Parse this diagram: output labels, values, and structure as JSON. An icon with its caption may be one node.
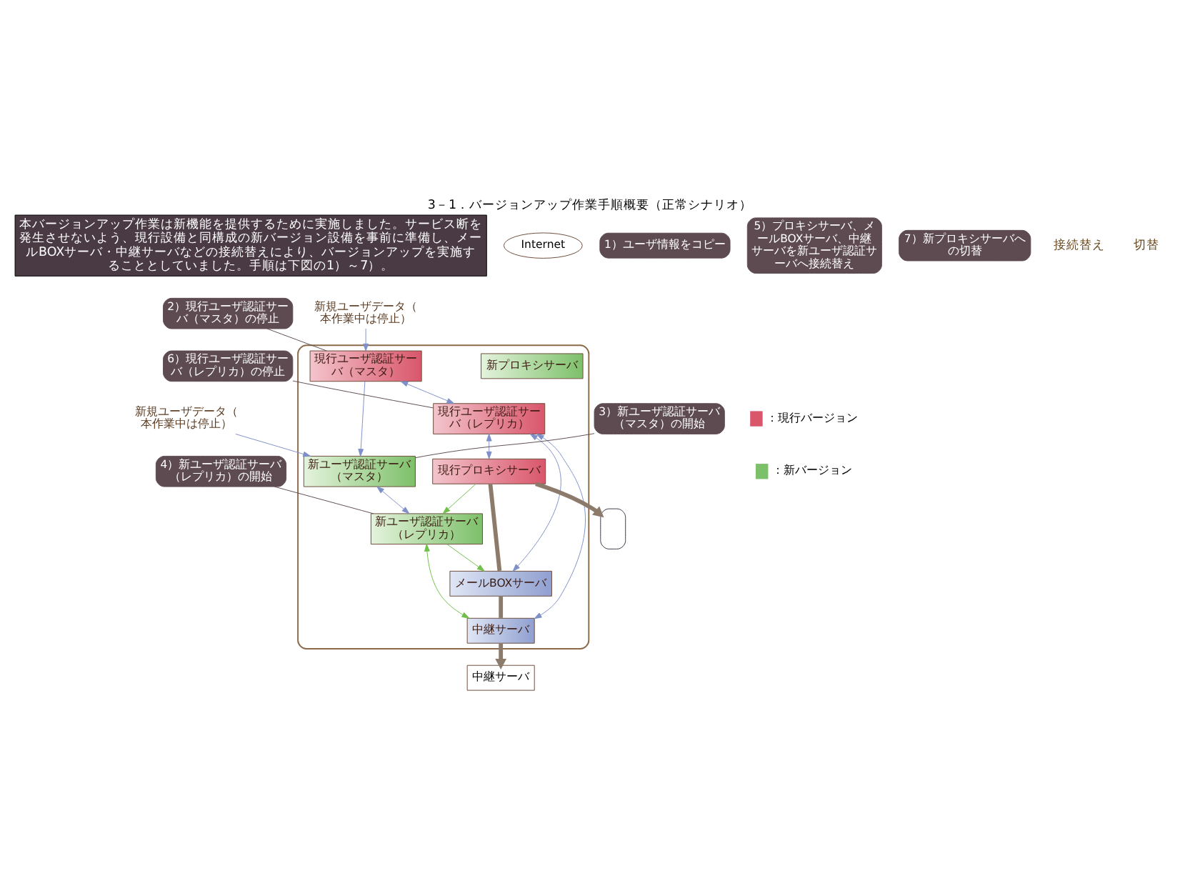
{
  "diagram": {
    "title": "3－1．バージョンアップ作業手順概要（正常シナリオ）",
    "nodes": [
      {
        "text": [],
        "shape": "box"
      },
      {
        "text": [
          "新規ユーザデータ（本作業中は停止）"
        ]
      },
      {
        "text": [
          "新規ユーザデータ（本作業中は停止）"
        ]
      },
      {
        "text": [
          "現行ユーザ認証サーバ（マスタ）"
        ],
        "in": 0
      },
      {
        "text": [
          "新ユーザ認証サーバ（マスタ）"
        ],
        "in": 0
      },
      {
        "text": [
          "現行ユーザ認証サーバ（レプリカ）"
        ],
        "in": 0
      },
      {
        "text": [
          "新ユーザ認証サーバ（レプリカ）"
        ],
        "in": 0
      },
      {
        "text": [
          "現行プロキシサーバ"
        ],
        "in": 0
      },
      {
        "text": [
          "メールBOXサーバ"
        ],
        "in": 0
      },
      {
        "text": [
          "中継サーバ"
        ],
        "in": 0
      },
      {
        "text": [
          "新プロキシサーバ"
        ],
        "in": 0
      },
      {
        "text": [
          "中継サーバ"
        ]
      },
      {
        "text": [
          "Internet"
        ]
      },
      {
        "text": [],
        "shape": "box"
      },
      {
        "text": [
          "1）ユーザ情報をコピー"
        ]
      },
      {
        "text": [
          "2）現行ユーザ認証サーバ（マスタ）の停止"
        ]
      },
      {
        "text": [
          "3）新ユーザ認証サーバ（マスタ）の開始"
        ]
      },
      {
        "text": [
          "4）新ユーザ認証サーバ（レプリカ）の開始"
        ]
      },
      {
        "text": [
          "5）プロキシサーバ、メールBOXサーバ、中継サーバを新ユーザ認証サーバへ接続替え"
        ]
      },
      {
        "text": [
          "6）現行ユーザ認証サーバ（レプリカ）の停止"
        ]
      },
      {
        "text": [
          "7）新プロキシサーバへの切替"
        ]
      }
    ],
    "edges": [
      {
        "from": 1,
        "to": 3,
        "arrow": "to"
      },
      {
        "from": 2,
        "to": 4,
        "arrow": "to"
      },
      {
        "from": 3,
        "to": 4,
        "arrow": "to"
      },
      {
        "from": 3,
        "to": 5,
        "arrow": "both"
      },
      {
        "from": 4,
        "to": 6,
        "arrow": "both"
      },
      {
        "from": 5,
        "to": 7,
        "arrow": "both"
      },
      {
        "from": 5,
        "to": 8,
        "arrow": "both"
      },
      {
        "from": 5,
        "to": 9,
        "arrow": "both"
      },
      {
        "from": 7,
        "to": 6,
        "arrow": "to",
        "color": "#6fbf4a"
      },
      {
        "from": 6,
        "to": 8,
        "arrow": "to",
        "color": "#6fbf4a"
      },
      {
        "from": 6,
        "to": 9,
        "arrow": "both",
        "color": "#6fbf4a"
      },
      {
        "from": 7,
        "to": 13,
        "arrow": "to",
        "style": "thick",
        "color": "#8c7b6b"
      },
      {
        "from": 7,
        "to": 8,
        "arrow": "none",
        "style": "thick",
        "color": "#8c7b6b"
      },
      {
        "from": 8,
        "to": 9,
        "arrow": "none",
        "style": "thick",
        "color": "#8c7b6b"
      },
      {
        "from": 9,
        "to": 11,
        "arrow": "to",
        "style": "thick",
        "color": "#8c7b6b"
      },
      {
        "from": 15,
        "to": 3,
        "arrow": "none",
        "color": "#5e4b52"
      },
      {
        "from": 16,
        "to": 4,
        "arrow": "none",
        "color": "#5e4b52"
      },
      {
        "from": 17,
        "to": 6,
        "arrow": "none",
        "color": "#5e4b52"
      },
      {
        "from": 19,
        "to": 5,
        "arrow": "none",
        "color": "#5e4b52"
      }
    ],
    "labels": [
      "本バージョンアップ作業は新機能を提供するために実施しました。サービス断を発生させないよう、現行設備と同構成の新バージョン設備を事前に準備し、メールBOXサーバ・中継サーバなどの接続替えにより、バージョンアップを実施することとしていました。手順は下図の1）～7）。",
      "接続替え",
      "切替"
    ],
    "legend": [
      {
        "text": "：現行バージョン",
        "color": "#d9566b"
      },
      {
        "text": "：新バージョン",
        "color": "#7dc06a"
      }
    ]
  }
}
